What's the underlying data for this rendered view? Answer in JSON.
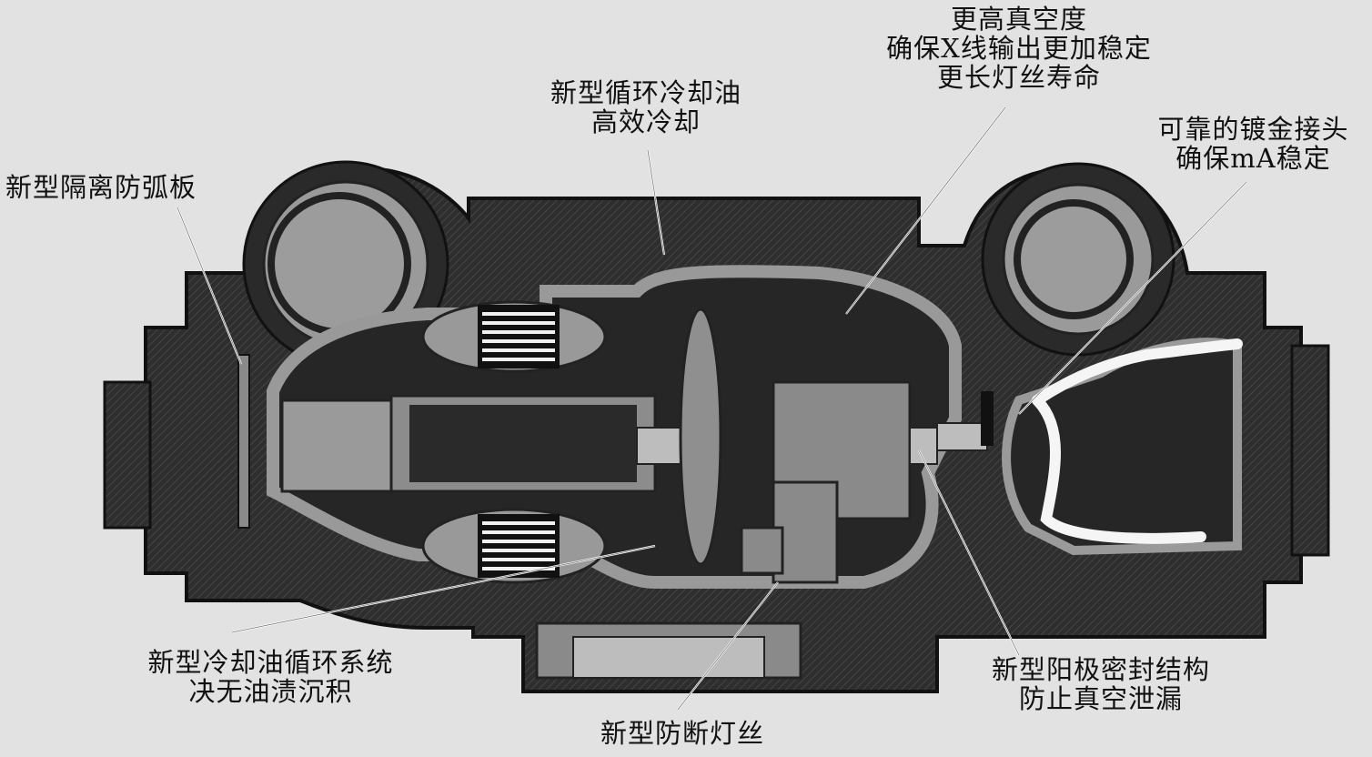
{
  "labels": {
    "vacuum": {
      "line1": "更高真空度",
      "line2": "确保X线输出更加稳定",
      "line3": "更长灯丝寿命"
    },
    "oil_cooling": {
      "line1": "新型循环冷却油",
      "line2": "高效冷却"
    },
    "connector": {
      "line1": "可靠的镀金接头",
      "line2": "确保mA稳定"
    },
    "arc_plate": {
      "line1": "新型隔离防弧板"
    },
    "oil_system": {
      "line1": "新型冷却油循环系统",
      "line2": "决无油渍沉积"
    },
    "anode_seal": {
      "line1": "新型阳极密封结构",
      "line2": "防止真空泄漏"
    },
    "filament": {
      "line1": "新型防断灯丝"
    }
  },
  "colors": {
    "housing": "#2b2b2b",
    "housing_edge": "#111111",
    "oil_channel": "#9a9a9a",
    "inner_dark": "#1e1e1e",
    "background": "#e2e2e2",
    "fins": "#f0f0f0",
    "white_cable": "#f5f5f5"
  }
}
